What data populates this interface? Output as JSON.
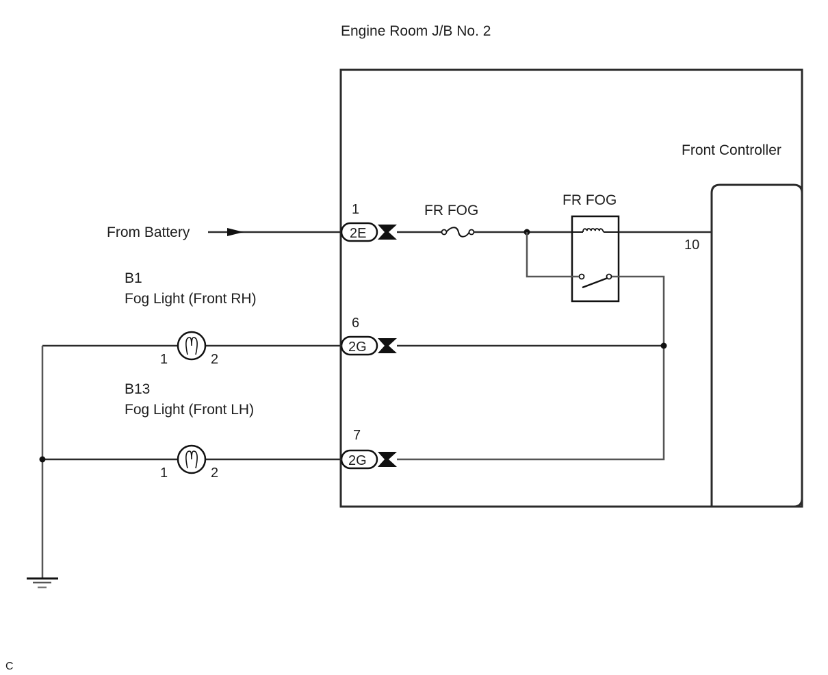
{
  "diagram": {
    "title": "Engine Room J/B No. 2",
    "front_controller": {
      "label": "Front Controller",
      "pin": "10"
    },
    "source": {
      "label": "From Battery"
    },
    "fuse": {
      "label": "FR FOG"
    },
    "relay": {
      "label": "FR FOG"
    },
    "connectors": [
      {
        "id": "2E",
        "pin": "1"
      },
      {
        "id": "2G",
        "pin": "6"
      },
      {
        "id": "2G",
        "pin": "7"
      }
    ],
    "lamps": [
      {
        "code": "B1",
        "name": "Fog Light (Front RH)",
        "pin_left": "1",
        "pin_right": "2"
      },
      {
        "code": "B13",
        "name": "Fog Light (Front LH)",
        "pin_left": "1",
        "pin_right": "2"
      }
    ],
    "ground": {
      "symbol": "ground-icon"
    },
    "footer_code": "C"
  }
}
